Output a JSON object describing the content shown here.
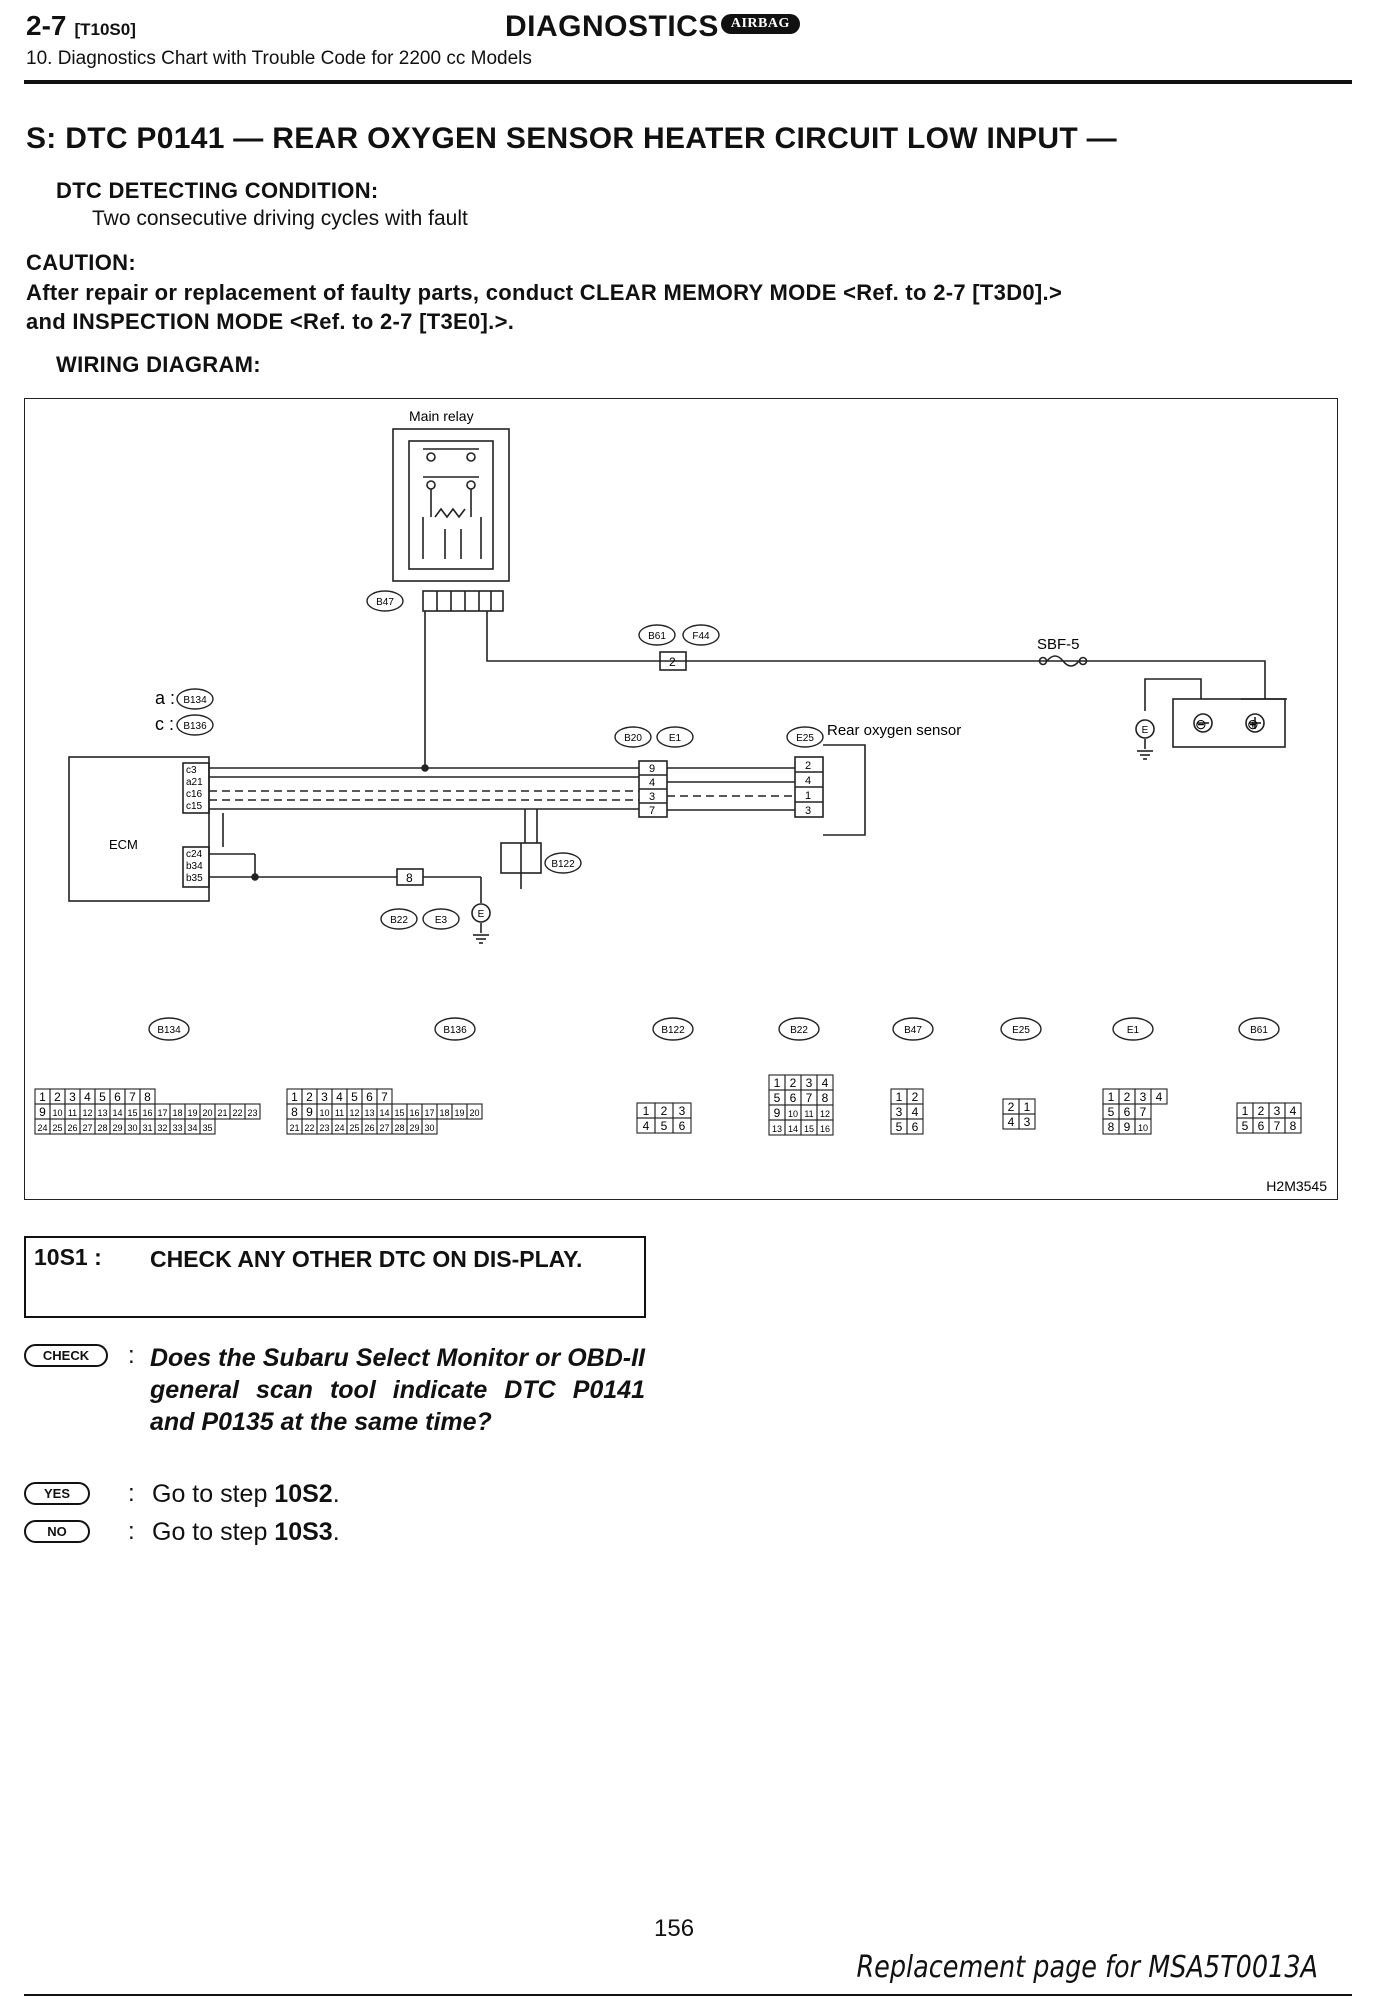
{
  "header": {
    "section_number": "2-7",
    "section_code": "[T10S0]",
    "title": "DIAGNOSTICS",
    "badge": "AIRBAG",
    "subtitle": "10. Diagnostics Chart with Trouble Code for 2200 cc Models"
  },
  "dtc": {
    "title": "S: DTC P0141 — REAR OXYGEN SENSOR HEATER CIRCUIT LOW INPUT —",
    "condition_heading": "DTC DETECTING CONDITION:",
    "condition_text": "Two consecutive driving cycles with fault",
    "caution_heading": "CAUTION:",
    "caution_line1": "After repair or replacement of faulty parts, conduct CLEAR MEMORY MODE <Ref. to 2-7 [T3D0].>",
    "caution_line2": "and INSPECTION MODE <Ref. to 2-7 [T3E0].>.",
    "wiring_heading": "WIRING DIAGRAM:"
  },
  "diagram": {
    "figure_id": "H2M3545",
    "main_relay": "Main relay",
    "ecm": "ECM",
    "sbf": "SBF-5",
    "rear_sensor": "Rear oxygen sensor",
    "conn_a_label": "a :",
    "conn_c_label": "c :",
    "tags": {
      "b47": "B47",
      "b61": "B61",
      "f44": "F44",
      "b134": "B134",
      "b136": "B136",
      "b20": "B20",
      "e1": "E1",
      "e25": "E25",
      "b122": "B122",
      "b22": "B22",
      "e3": "E3",
      "e": "E"
    },
    "ecm_pins": [
      "c3",
      "a21",
      "c16",
      "c15",
      "c24",
      "b34",
      "b35"
    ],
    "b20_pins": [
      "9",
      "4",
      "3",
      "7"
    ],
    "e25_pins": [
      "2",
      "4",
      "1",
      "3"
    ],
    "pin_2": "2",
    "pin_8": "8",
    "battery_minus": "⊖",
    "battery_plus": "⊕",
    "connector_views": {
      "b134": {
        "row1": [
          "1",
          "2",
          "3",
          "4",
          "5",
          "6",
          "7",
          "8"
        ],
        "row2": [
          "9",
          "10",
          "11",
          "12",
          "13",
          "14",
          "15",
          "16",
          "17",
          "18",
          "19",
          "20",
          "21",
          "22",
          "23"
        ],
        "row3": [
          "24",
          "25",
          "26",
          "27",
          "28",
          "29",
          "30",
          "31",
          "32",
          "33",
          "34",
          "35"
        ]
      },
      "b136": {
        "row1": [
          "1",
          "2",
          "3",
          "4",
          "5",
          "6",
          "7"
        ],
        "row2": [
          "8",
          "9",
          "10",
          "11",
          "12",
          "13",
          "14",
          "15",
          "16",
          "17",
          "18",
          "19",
          "20"
        ],
        "row3": [
          "21",
          "22",
          "23",
          "24",
          "25",
          "26",
          "27",
          "28",
          "29",
          "30"
        ]
      },
      "b122": {
        "row1": [
          "1",
          "2",
          "3"
        ],
        "row2": [
          "4",
          "5",
          "6"
        ]
      },
      "b22": {
        "row1": [
          "1",
          "2",
          "3",
          "4"
        ],
        "row2": [
          "5",
          "6",
          "7",
          "8"
        ],
        "row3": [
          "9",
          "10",
          "11",
          "12"
        ],
        "row4": [
          "13",
          "14",
          "15",
          "16"
        ]
      },
      "b47": {
        "row1": [
          "1",
          "2"
        ],
        "row2": [
          "3",
          "4"
        ],
        "row3": [
          "5",
          "6"
        ]
      },
      "e25": {
        "row1": [
          "2",
          "1"
        ],
        "row2": [
          "4",
          "3"
        ]
      },
      "e1": {
        "row1": [
          "1",
          "2",
          "3",
          "4"
        ],
        "row2": [
          "5",
          "6",
          "7"
        ],
        "row3": [
          "8",
          "9",
          "10"
        ]
      },
      "b61": {
        "row1": [
          "1",
          "2",
          "3",
          "4"
        ],
        "row2": [
          "5",
          "6",
          "7",
          "8"
        ]
      }
    }
  },
  "step": {
    "number": "10S1 :",
    "title": "CHECK ANY OTHER DTC ON DIS-PLAY.",
    "check_label": "CHECK",
    "question": "Does the Subaru Select Monitor or OBD-II general scan tool indicate DTC P0141 and P0135 at the same time?",
    "yes_label": "YES",
    "yes_text": "Go to step ",
    "yes_step": "10S2",
    "no_label": "NO",
    "no_text": "Go to step ",
    "no_step": "10S3",
    "colon": ":",
    "period": "."
  },
  "footer": {
    "page_number": "156",
    "replacement": "Replacement page for MSA5T0013A"
  }
}
